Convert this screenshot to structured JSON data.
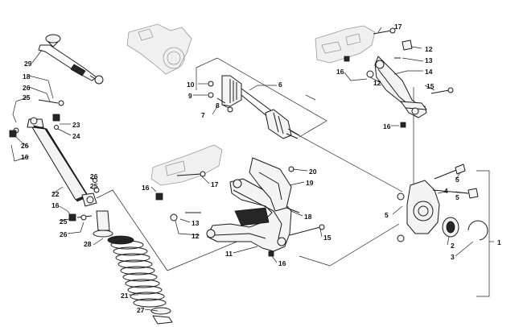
{
  "callouts": {
    "c1": "1",
    "c2": "2",
    "c3": "3",
    "c4": "4",
    "c5a": "5",
    "c5b": "5",
    "c5c": "5",
    "c6": "6",
    "c7": "7",
    "c8": "8",
    "c9": "9",
    "c10": "10",
    "c11": "11",
    "c12a": "12",
    "c12b": "12",
    "c12c": "12",
    "c13a": "13",
    "c13b": "13",
    "c14": "14",
    "c15a": "15",
    "c15b": "15",
    "c16a": "16",
    "c16b": "16",
    "c16c": "16",
    "c16d": "16",
    "c16e": "16",
    "c17a": "17",
    "c17b": "17",
    "c18a": "18",
    "c18b": "18",
    "c19": "19",
    "c20": "20",
    "c21": "21",
    "c22": "22",
    "c23": "23",
    "c24": "24",
    "c25a": "25",
    "c25b": "25",
    "c25c": "25",
    "c26a": "26",
    "c26b": "26",
    "c26c": "26",
    "c26d": "26",
    "c27": "27",
    "c28": "28",
    "c29": "29"
  }
}
